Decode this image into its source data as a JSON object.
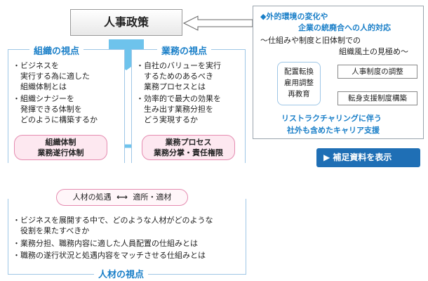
{
  "top_box": {
    "title": "人事政策"
  },
  "right_panel": {
    "heading_line1": "◆外的環境の変化や",
    "heading_line2": "企業の統廃合への人的対応",
    "sub_line1": "〜仕組みや制度と旧体制での",
    "sub_line2": "組織風土の見極め〜",
    "left_group": [
      "配置転換",
      "雇用調整",
      "再教育"
    ],
    "right_box1": "人事制度の調整",
    "right_box2": "転身支援制度構築",
    "footer_line1": "リストラクチャリングに伴う",
    "footer_line2": "社外も含めたキャリア支援"
  },
  "button": {
    "label": "▶ 補足資料を表示"
  },
  "org_section": {
    "title": "組織の視点",
    "bullets": [
      "・ビジネスを",
      "　実行する為に適した",
      "　組織体制とは",
      "・組織シナジーを",
      "　発揮できる体制を",
      "　どのように構築するか"
    ],
    "tag_line1": "組織体制",
    "tag_line2": "業務遂行体制"
  },
  "biz_section": {
    "title": "業務の視点",
    "bullets": [
      "・自社のバリューを実行",
      "　するためのあるべき",
      "　業務プロセスとは",
      "・効率的で最大の効果を",
      "　生み出す業務分担を",
      "　どう実現するか"
    ],
    "tag_line1": "業務プロセス",
    "tag_line2": "業務分掌・責任権限"
  },
  "people_section": {
    "title": "人材の視点",
    "tag_left": "人材の処遇",
    "tag_arrow": "⟷",
    "tag_right": "適所・適材",
    "bullets": [
      "・ビジネスを展開する中で、どのような人材がどのような",
      "　役割を果たすべきか",
      "・業務分担、職務内容に適した人員配置の仕組みとは",
      "・職務の遂行状況と処遇内容をマッチさせる仕組みとは"
    ]
  },
  "colors": {
    "accent_blue": "#1a7fc8",
    "pink_border": "#e58bb0",
    "pink_fill": "#fde8f0",
    "section_border": "#9ec6e6",
    "button": "#1f6fb5"
  }
}
